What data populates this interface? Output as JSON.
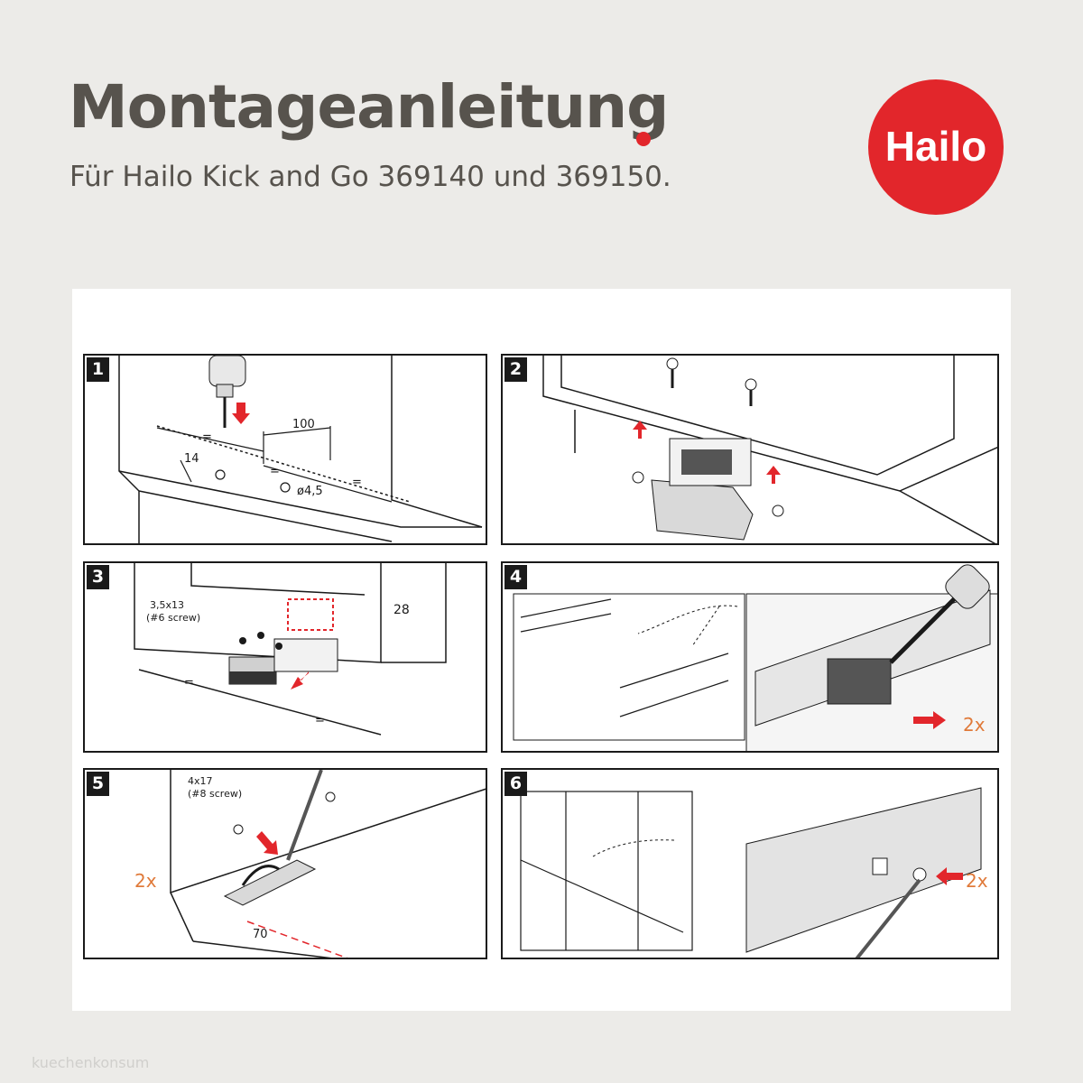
{
  "header": {
    "title": "Montageanleitung",
    "subtitle": "Für Hailo Kick and Go 369140 und 369150."
  },
  "logo": {
    "text": "Hailo",
    "color": "#e2262b"
  },
  "colors": {
    "accent": "#e2262b",
    "quantity": "#e07a3a",
    "line": "#1a1a1a"
  },
  "steps": [
    {
      "number": "1",
      "labels": [
        "100",
        "=",
        "=",
        "=",
        "14",
        "ø4,5"
      ]
    },
    {
      "number": "2",
      "labels": []
    },
    {
      "number": "3",
      "labels": [
        "3,5x13",
        "(#6 screw)",
        "28",
        "=",
        "="
      ]
    },
    {
      "number": "4",
      "labels": [
        "2x"
      ]
    },
    {
      "number": "5",
      "labels": [
        "4x17",
        "(#8 screw)",
        "2x",
        "70"
      ]
    },
    {
      "number": "6",
      "labels": [
        "2x"
      ]
    }
  ],
  "watermark": "kuechenkonsum"
}
